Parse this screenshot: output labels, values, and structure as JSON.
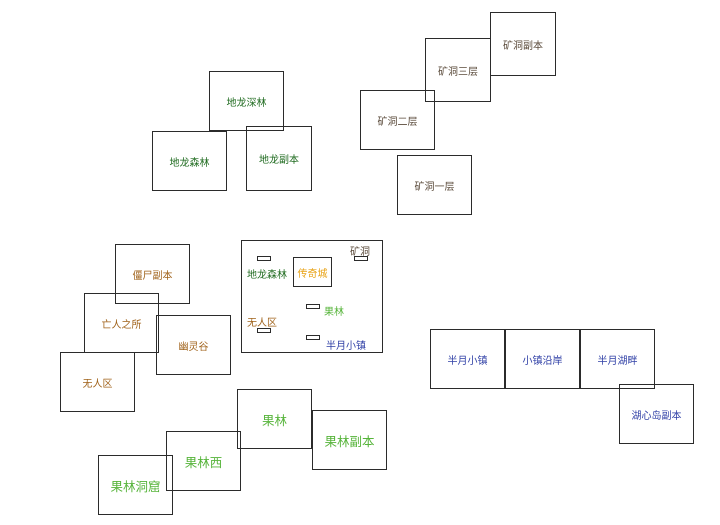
{
  "regions": {
    "dilong_deep": "地龙深林",
    "dilong_forest": "地龙森林",
    "dilong_dungeon": "地龙副本",
    "mine_dungeon": "矿洞副本",
    "mine_3": "矿洞三层",
    "mine_2": "矿洞二层",
    "mine_1": "矿洞一层",
    "zombie_dungeon": "僵尸副本",
    "dead_place": "亡人之所",
    "ghost_valley": "幽灵谷",
    "no_man_zone": "无人区",
    "orchard": "果林",
    "orchard_dungeon": "果林副本",
    "orchard_west": "果林西",
    "orchard_cave": "果林洞窟",
    "halfmoon_town": "半月小镇",
    "town_shore": "小镇沿岸",
    "halfmoon_lakeside": "半月湖畔",
    "lake_island_dungeon": "湖心岛副本"
  },
  "hub": {
    "mine": "矿洞",
    "dilong_forest": "地龙森林",
    "legend_city": "传奇城",
    "orchard": "果林",
    "no_man_zone": "无人区",
    "halfmoon_town": "半月小镇"
  }
}
